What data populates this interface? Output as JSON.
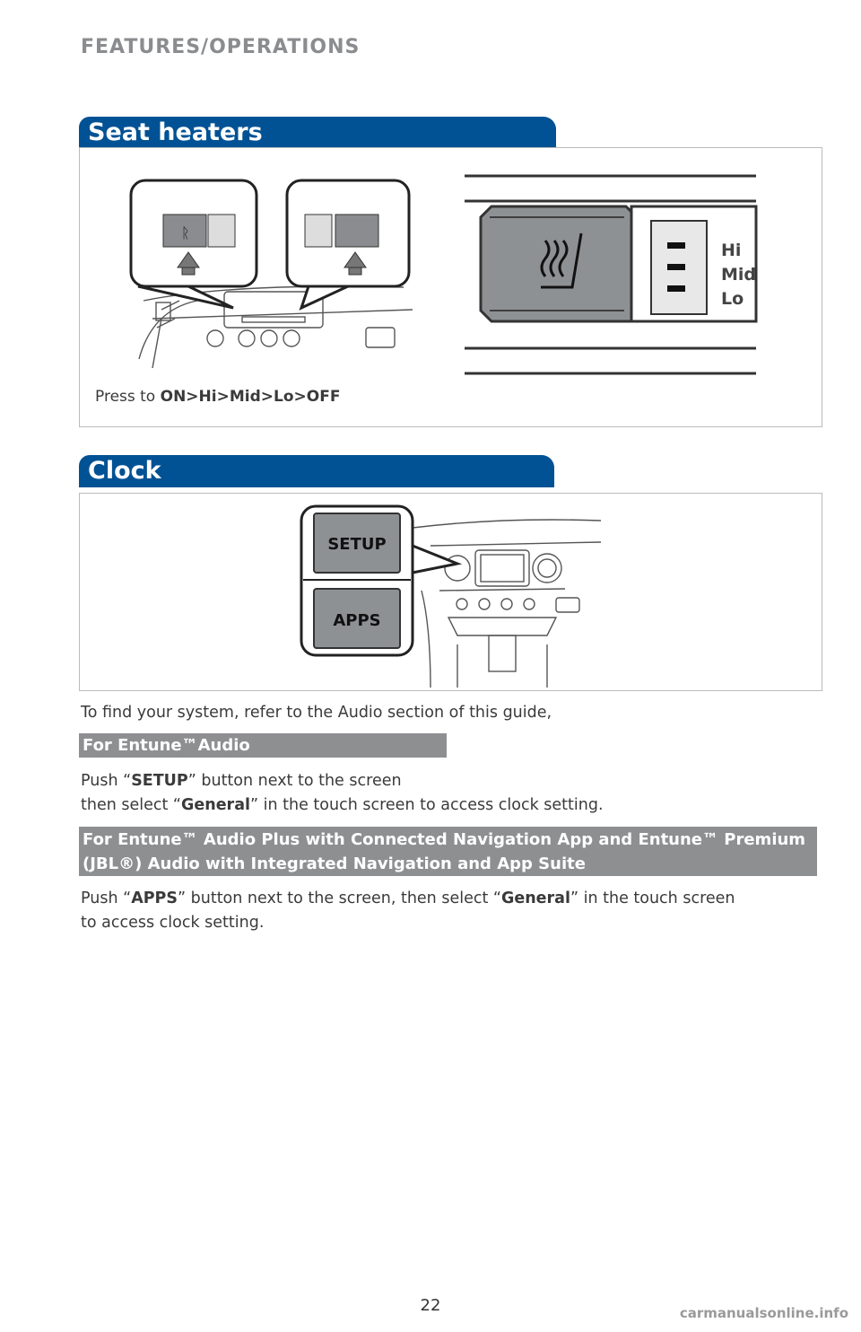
{
  "header": {
    "section": "FEATURES/OPERATIONS"
  },
  "seat_heaters": {
    "title": "Seat heaters",
    "caption_prefix": "Press to ",
    "caption_bold": "ON>Hi>Mid>Lo>OFF",
    "levels": [
      "Hi",
      "Mid",
      "Lo"
    ]
  },
  "clock": {
    "title": "Clock",
    "buttons": [
      "SETUP",
      "APPS"
    ],
    "intro": "To find your system, refer to the Audio section of this guide,",
    "sub1": {
      "heading": "For Entune™Audio",
      "line1_a": "Push “",
      "line1_bold": "SETUP",
      "line1_b": "” button next to the screen",
      "line2_a": "then select “",
      "line2_bold": "General",
      "line2_b": "” in the touch screen to access clock setting."
    },
    "sub2": {
      "heading_l1": "For Entune™ Audio Plus with Connected Navigation App and Entune™ Premium",
      "heading_l2": "(JBL®) Audio with Integrated Navigation and App Suite",
      "line1_a": "Push “",
      "line1_bold": "APPS",
      "line1_b": "” button next to the screen, then select “",
      "line1_bold2": "General",
      "line1_c": "” in the touch screen",
      "line2": "to access clock setting."
    }
  },
  "footer": {
    "page_number": "22",
    "watermark": "carmanualsonline.info"
  }
}
